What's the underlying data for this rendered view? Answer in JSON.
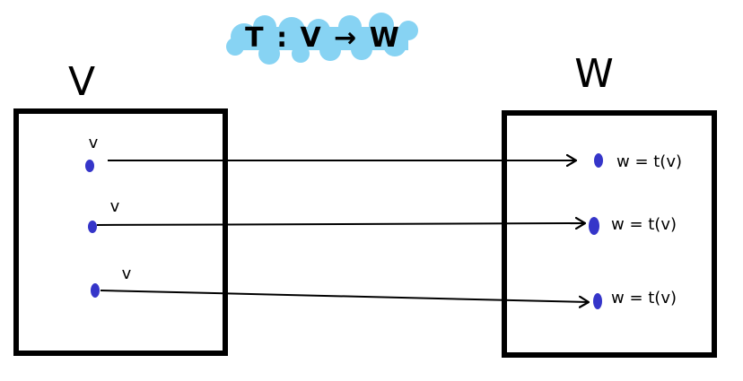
{
  "title": "T : V → W",
  "domain_label": "V",
  "codomain_label": "W",
  "colors": {
    "highlight": "#87d3f3",
    "point": "#3535c9",
    "stroke": "#000000"
  },
  "mappings": [
    {
      "source_label": "v",
      "target_label": "w = t(v)"
    },
    {
      "source_label": "v",
      "target_label": "w = t(v)"
    },
    {
      "source_label": "v",
      "target_label": "w = t(v)"
    }
  ]
}
